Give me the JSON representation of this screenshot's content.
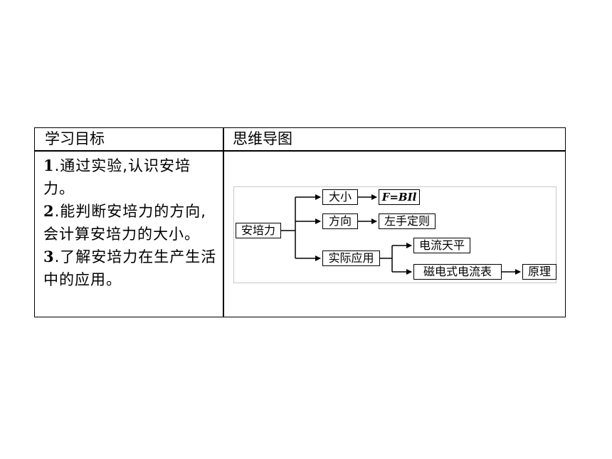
{
  "table": {
    "header_left": "学习目标",
    "header_right": "思维导图",
    "goals": [
      {
        "num": "1",
        "text": ".通过实验,认识安培力。"
      },
      {
        "num": "2",
        "text": ".能判断安培力的方向,会计算安培力的大小。"
      },
      {
        "num": "3",
        "text": ".了解安培力在生产生活中的应用。"
      }
    ]
  },
  "mindmap": {
    "root": "安培力",
    "magnitude": "大小",
    "formula": "F=BIl",
    "direction": "方向",
    "rule": "左手定则",
    "application": "实际应用",
    "balance": "电流天平",
    "ammeter": "磁电式电流表",
    "principle": "原理"
  }
}
